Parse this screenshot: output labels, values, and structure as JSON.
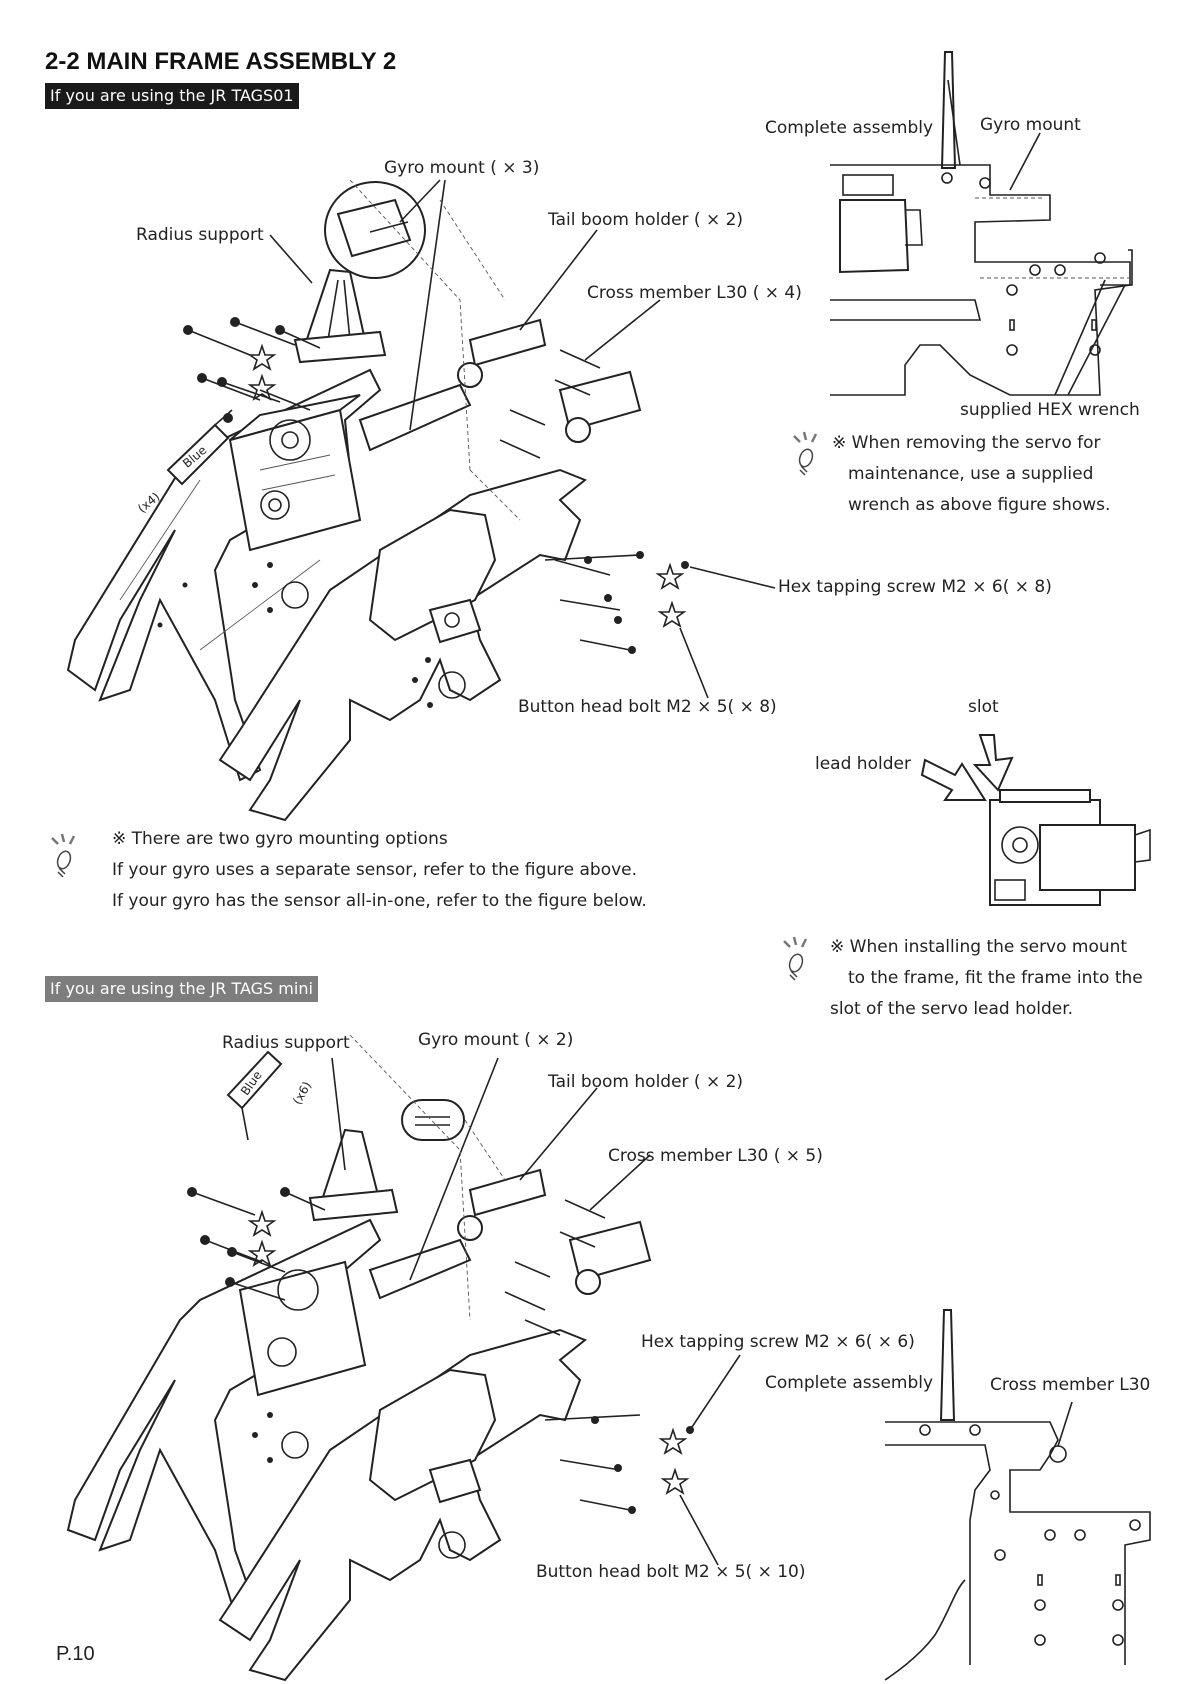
{
  "page": {
    "title": "2-2 MAIN FRAME ASSEMBLY 2",
    "page_number": "P.10"
  },
  "section_a": {
    "banner": "If you are using the JR TAGS01",
    "labels": {
      "gyro_mount": "Gyro mount ( × 3)",
      "radius_support": "Radius support",
      "tail_boom_holder": "Tail boom holder ( × 2)",
      "cross_member": "Cross member L30 ( × 4)",
      "hex_screw": "Hex tapping screw M2 × 6( × 8)",
      "button_bolt": "Button head bolt M2 × 5( × 8)",
      "blue": "Blue",
      "qty": "(x4)"
    },
    "inset": {
      "complete_assembly": "Complete assembly",
      "gyro_mount": "Gyro mount",
      "hex_wrench": "supplied HEX wrench"
    },
    "note_servo": [
      "※ When removing the servo for",
      "maintenance, use a supplied",
      "wrench as above figure shows."
    ]
  },
  "servo_detail": {
    "slot": "slot",
    "lead_holder": "lead holder",
    "note": [
      "※ When installing the servo mount",
      "to the frame, fit the frame into the",
      "slot of the servo lead holder."
    ]
  },
  "gyro_note": [
    "※ There are two gyro mounting options",
    "If your gyro uses a separate sensor, refer to the figure above.",
    "If your gyro has the sensor all-in-one, refer to the figure below."
  ],
  "section_b": {
    "banner": "If you are using the JR TAGS mini",
    "labels": {
      "radius_support": "Radius support",
      "gyro_mount": "Gyro mount ( × 2)",
      "tail_boom_holder": "Tail boom holder ( × 2)",
      "cross_member": "Cross member L30 ( × 5)",
      "hex_screw": "Hex tapping screw M2 × 6( × 6)",
      "button_bolt": "Button head bolt M2 × 5( × 10)",
      "blue": "Blue",
      "qty": "(x6)"
    },
    "inset": {
      "complete_assembly": "Complete assembly",
      "cross_member": "Cross member L30"
    }
  },
  "icons": {
    "tip": "lightbulb-icon",
    "star": "star-icon"
  }
}
